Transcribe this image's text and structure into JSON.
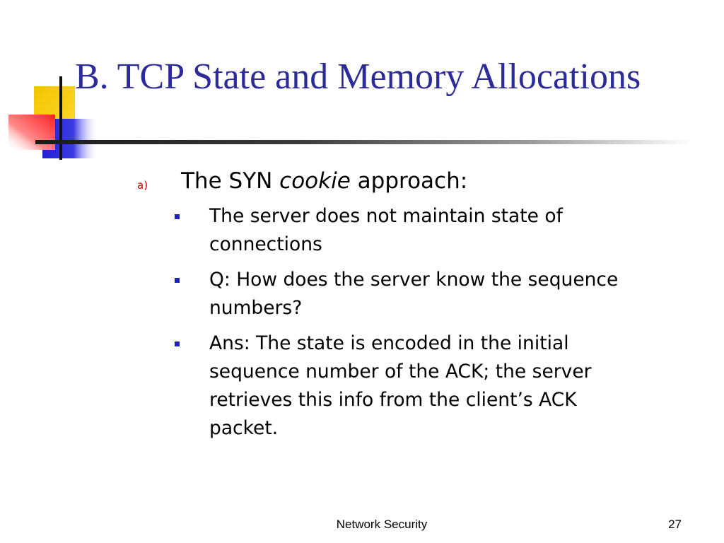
{
  "slide": {
    "title": "B. TCP State and Memory Allocations",
    "item": {
      "marker": "a)",
      "text_before": "The SYN ",
      "text_emphasis": "cookie",
      "text_after": " approach:"
    },
    "bullets": [
      "The server does not maintain state of connections",
      "Q: How does the server know the sequence numbers?",
      "Ans: The state is encoded in the initial sequence number of the ACK; the server retrieves this info from the client’s ACK packet."
    ]
  },
  "footer": {
    "course": "Network Security",
    "page_number": "27"
  },
  "colors": {
    "title": "#2b2b99",
    "marker": "#cc0000",
    "bullet": "#1f1fc8",
    "logo_yellow": "#f5c800",
    "logo_blue": "#2626d6",
    "logo_red": "#ff3b3b"
  }
}
